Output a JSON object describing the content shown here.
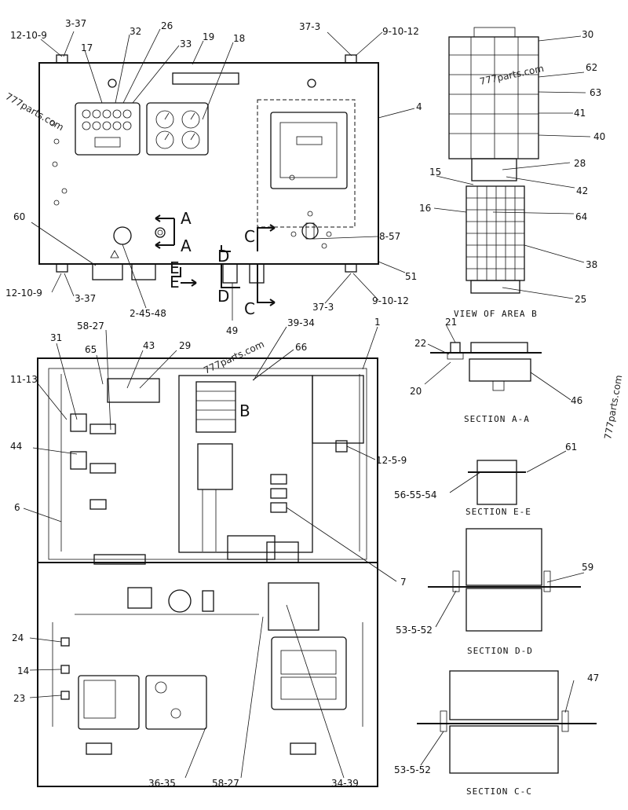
{
  "callouts": {
    "c_12_10_9_top": "12-10-9",
    "c_3_37_top": "3-37",
    "c_32": "32",
    "c_26": "26",
    "c_33": "33",
    "c_17": "17",
    "c_19": "19",
    "c_18": "18",
    "c_37_3_top": "37-3",
    "c_9_10_12_top": "9-10-12",
    "c_4": "4",
    "c_60": "60",
    "c_12_10_9_bot": "12-10-9",
    "c_3_37_bot": "3-37",
    "c_2_45_48": "2-45-48",
    "c_8_57": "8-57",
    "c_37_3_bot": "37-3",
    "c_9_10_12_bot": "9-10-12",
    "c_51": "51",
    "c_49": "49",
    "c_30": "30",
    "c_62": "62",
    "c_63": "63",
    "c_41": "41",
    "c_40": "40",
    "c_28": "28",
    "c_15": "15",
    "c_42": "42",
    "c_16": "16",
    "c_64": "64",
    "c_38": "38",
    "c_25": "25",
    "c_58_27_top": "58-27",
    "c_65": "65",
    "c_43": "43",
    "c_29": "29",
    "c_39_34": "39-34",
    "c_66": "66",
    "c_1": "1",
    "c_31": "31",
    "c_11_13": "11-13",
    "c_44": "44",
    "c_6": "6",
    "c_12_5_9": "12-5-9",
    "c_7": "7",
    "c_21": "21",
    "c_22": "22",
    "c_20": "20",
    "c_46": "46",
    "c_61": "61",
    "c_56_55_54": "56-55-54",
    "c_59": "59",
    "c_53_5_52_d": "53-5-52",
    "c_47": "47",
    "c_53_5_52_c": "53-5-52",
    "c_24": "24",
    "c_14": "14",
    "c_23": "23",
    "c_36_35": "36-35",
    "c_58_27_bot": "58-27",
    "c_34_39": "34-39"
  },
  "section_letters": {
    "a1": "A",
    "a2": "A",
    "c1": "C",
    "c2": "C",
    "d1": "D",
    "d2": "D",
    "e1": "E",
    "e2": "E",
    "b": "B"
  },
  "captions": {
    "view_area_b": "VIEW OF AREA B",
    "section_a": "SECTION A-A",
    "section_e": "SECTION E-E",
    "section_d": "SECTION D-D",
    "section_c": "SECTION C-C"
  },
  "watermarks": {
    "wm1": "777parts.com",
    "wm2": "777parts.com",
    "wm3": "777parts.com",
    "wm4": "777parts.com"
  }
}
